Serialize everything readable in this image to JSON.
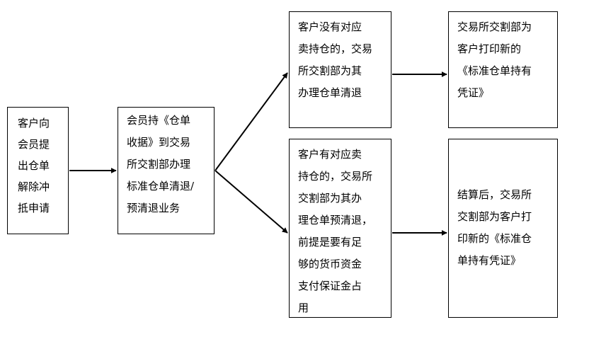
{
  "nodes": {
    "apply": "客户向\n会员提\n出仓单\n解除冲\n抵申请",
    "member": "会员持《仓单\n收据》到交易\n所交割部办理\n标准仓单清退/\n预清退业务",
    "no_position": "客户没有对应\n卖持仓的，交易\n所交割部为其\n办理仓单清退",
    "has_position": "客户有对应卖\n持仓的，交易所\n交割部为其办\n理仓单预清退，\n前提是要有足\n够的货币资金\n支付保证金占\n用",
    "print_new": "交易所交割部为\n客户打印新的\n《标准仓单持有\n凭证》",
    "settle_print": "结算后，交易所\n交割部为客户打\n印新的《标准仓\n单持有凭证》"
  }
}
